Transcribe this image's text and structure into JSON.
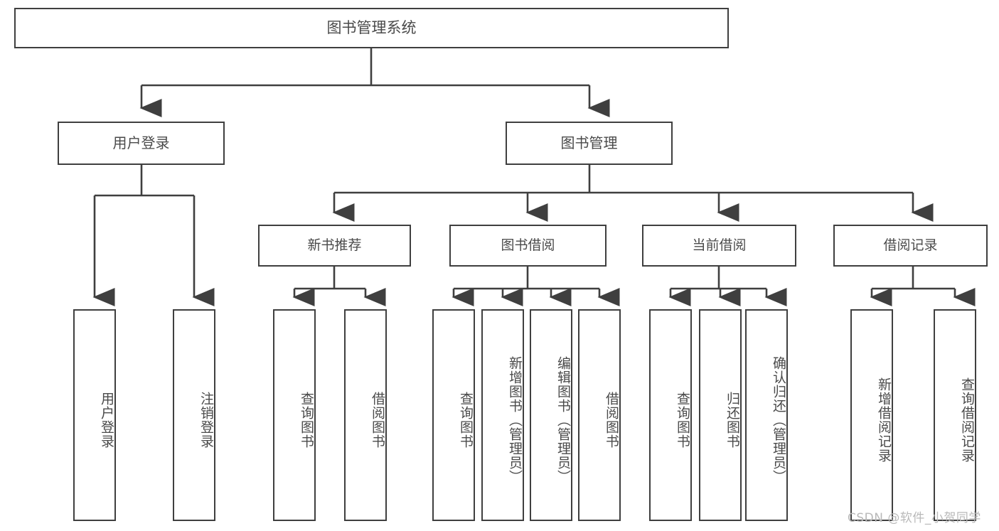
{
  "diagram": {
    "type": "tree",
    "title": "图书管理系统",
    "root": {
      "label": "图书管理系统"
    },
    "level2": [
      {
        "label": "用户登录"
      },
      {
        "label": "图书管理"
      }
    ],
    "level3": [
      {
        "label": "新书推荐"
      },
      {
        "label": "图书借阅"
      },
      {
        "label": "当前借阅"
      },
      {
        "label": "借阅记录"
      }
    ],
    "leaves": {
      "user_login": [
        {
          "label": "用户登录"
        },
        {
          "label": "注销登录"
        }
      ],
      "new_book_recommend": [
        {
          "label": "查询图书"
        },
        {
          "label": "借阅图书"
        }
      ],
      "book_borrow": [
        {
          "label": "查询图书"
        },
        {
          "label": "新增图书（管理员）"
        },
        {
          "label": "编辑图书（管理员）"
        },
        {
          "label": "借阅图书"
        }
      ],
      "current_borrow": [
        {
          "label": "查询图书"
        },
        {
          "label": "归还图书"
        },
        {
          "label": "确认归还（管理员）"
        }
      ],
      "borrow_record": [
        {
          "label": "新增借阅记录"
        },
        {
          "label": "查询借阅记录"
        }
      ]
    },
    "colors": {
      "border": "#3f3f3f",
      "text": "#4a4a4a",
      "background": "#ffffff",
      "watermark": "#b9b9b9"
    }
  },
  "watermark": {
    "text": "CSDN @软件_小贺同学"
  }
}
